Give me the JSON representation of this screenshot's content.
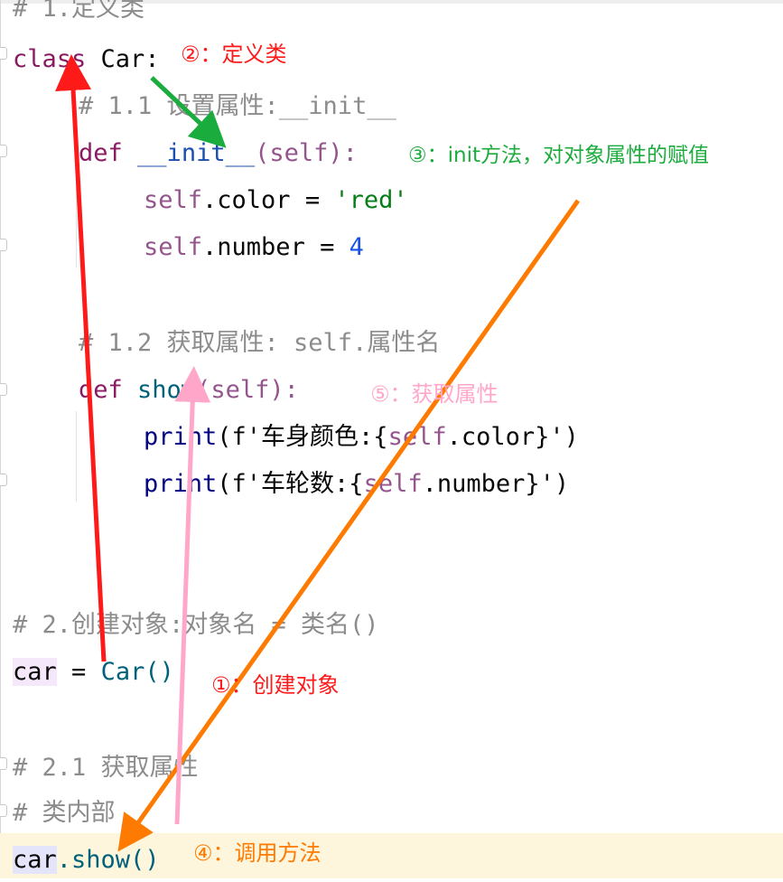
{
  "code": {
    "comment_1": "# 1.定义类",
    "class_kw": "class",
    "class_name": "Car:",
    "comment_1_1": "# 1.1 设置属性:__init__",
    "def_kw": "def",
    "init_name": "__init__",
    "init_params": "(self):",
    "self_word": "self",
    "color_attr": ".color = ",
    "color_val": "'red'",
    "number_attr": ".number = ",
    "number_val": "4",
    "comment_1_2": "# 1.2 获取属性: self.属性名",
    "show_name": "show",
    "show_params": "(self):",
    "print_fn": "print",
    "print1_open": "(f'车身颜色:{",
    "print1_attr": ".color",
    "print1_close": "}')",
    "print2_open": "(f'车轮数:{",
    "print2_attr": ".number",
    "print2_close": "}')",
    "comment_2": "# 2.创建对象:对象名 = 类名()",
    "car_var": "car",
    "assign": " = ",
    "car_ctor": "Car()",
    "comment_2_1": "# 2.1 获取属性",
    "comment_inner": "# 类内部",
    "call_method": ".show()"
  },
  "annotations": {
    "step1": "①：创建对象",
    "step2": "②：定义类",
    "step3": "③：init方法，对对象属性的赋值",
    "step4": "④：调用方法",
    "step5": "⑤：获取属性"
  },
  "colors": {
    "red": "#ff1a1a",
    "green": "#1aac3c",
    "orange": "#ff7a00",
    "pink": "#ffa6c9"
  }
}
